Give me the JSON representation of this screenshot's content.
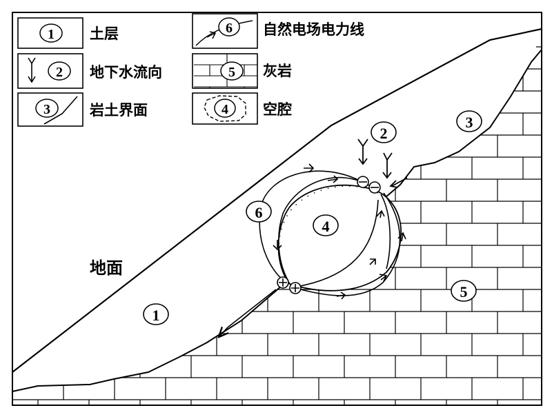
{
  "legend": {
    "items": [
      {
        "id": "soil",
        "num": "1",
        "label": "土层",
        "symbol": "soil-box"
      },
      {
        "id": "water",
        "num": "2",
        "label": "地下水流向",
        "symbol": "water-flow-arrow"
      },
      {
        "id": "interface",
        "num": "3",
        "label": "岩土界面",
        "symbol": "interface-line"
      },
      {
        "id": "field",
        "num": "6",
        "label": "自然电场电力线",
        "symbol": "field-line"
      },
      {
        "id": "limestone",
        "num": "5",
        "label": "灰岩",
        "symbol": "brick-pattern"
      },
      {
        "id": "cavity",
        "num": "4",
        "label": "空腔",
        "symbol": "cavity-outline"
      }
    ]
  },
  "diagram": {
    "ground_label": "地面",
    "markers": {
      "soil": "1",
      "water": "2",
      "interface": "3",
      "cavity": "4",
      "limestone": "5",
      "field": "6"
    },
    "charges": {
      "negative": "⊖",
      "positive": "⊕"
    }
  },
  "colors": {
    "ink": "#000000",
    "paper": "#ffffff"
  }
}
